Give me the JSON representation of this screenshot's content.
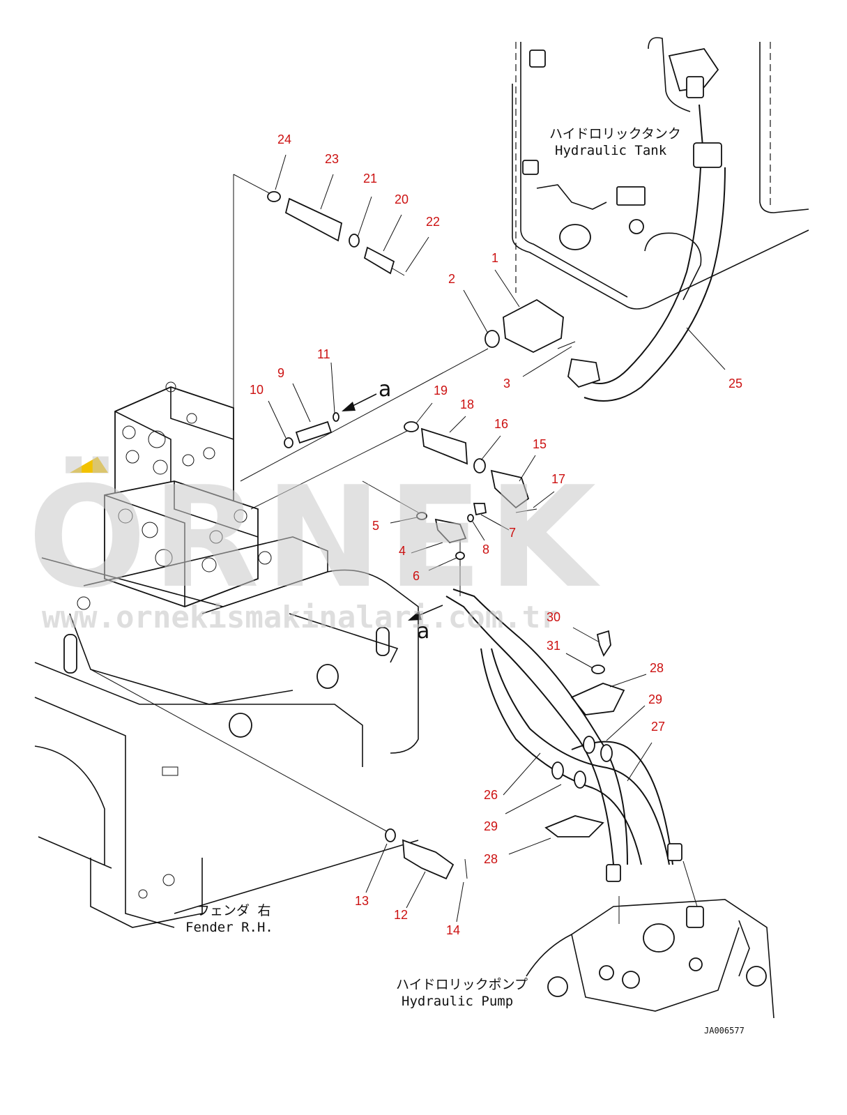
{
  "diagram": {
    "callouts": {
      "p1": "1",
      "p2": "2",
      "p3": "3",
      "p4": "4",
      "p5": "5",
      "p6": "6",
      "p7": "7",
      "p8": "8",
      "p9": "9",
      "p10": "10",
      "p11": "11",
      "p12": "12",
      "p13": "13",
      "p14": "14",
      "p15": "15",
      "p16": "16",
      "p17": "17",
      "p18": "18",
      "p19": "19",
      "p20": "20",
      "p21": "21",
      "p22": "22",
      "p23": "23",
      "p24": "24",
      "p25": "25",
      "p26": "26",
      "p27": "27",
      "p28a": "28",
      "p28b": "28",
      "p29a": "29",
      "p29b": "29",
      "p30": "30",
      "p31": "31"
    },
    "labels": {
      "tank_jp": "ハイドロリックタンク",
      "tank_en": "Hydraulic Tank",
      "fender_jp": "フェンダ 右",
      "fender_en": "Fender R.H.",
      "pump_jp": "ハイドロリックポンプ",
      "pump_en": "Hydraulic Pump",
      "view_a1": "a",
      "view_a2": "a",
      "ref_code": "JA006577"
    },
    "watermark": {
      "brand": "ÖRNEK",
      "url": "www.ornekismakinalari.com.tr"
    },
    "colors": {
      "callout": "#cc1111",
      "line": "#111111",
      "watermark": "#c8c8c8",
      "accent": "#f2c200"
    }
  }
}
